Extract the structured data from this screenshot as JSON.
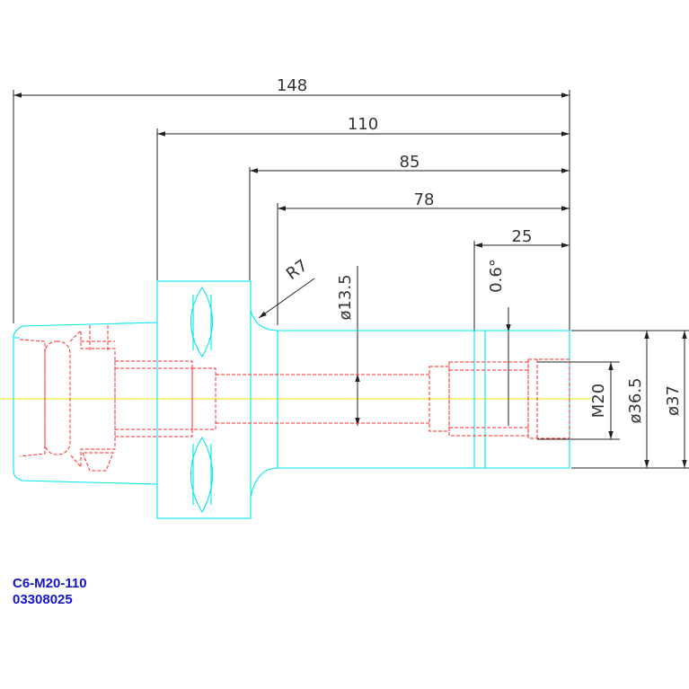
{
  "dimensions": {
    "overall_length": "148",
    "length_110": "110",
    "length_85": "85",
    "length_78": "78",
    "length_25": "25",
    "radius": "R7",
    "bore_diameter": "ø13.5",
    "taper_angle": "0.6°",
    "thread": "M20",
    "body_diameter": "ø36.5",
    "outer_diameter": "ø37"
  },
  "part": {
    "code": "C6-M20-110",
    "number": "03308025"
  },
  "colors": {
    "outline": "#00e5ee",
    "hidden_lines": "#ff2a2a",
    "center_line": "#e8e800",
    "dimension_lines": "#222222",
    "label_text": "#1414cc"
  }
}
